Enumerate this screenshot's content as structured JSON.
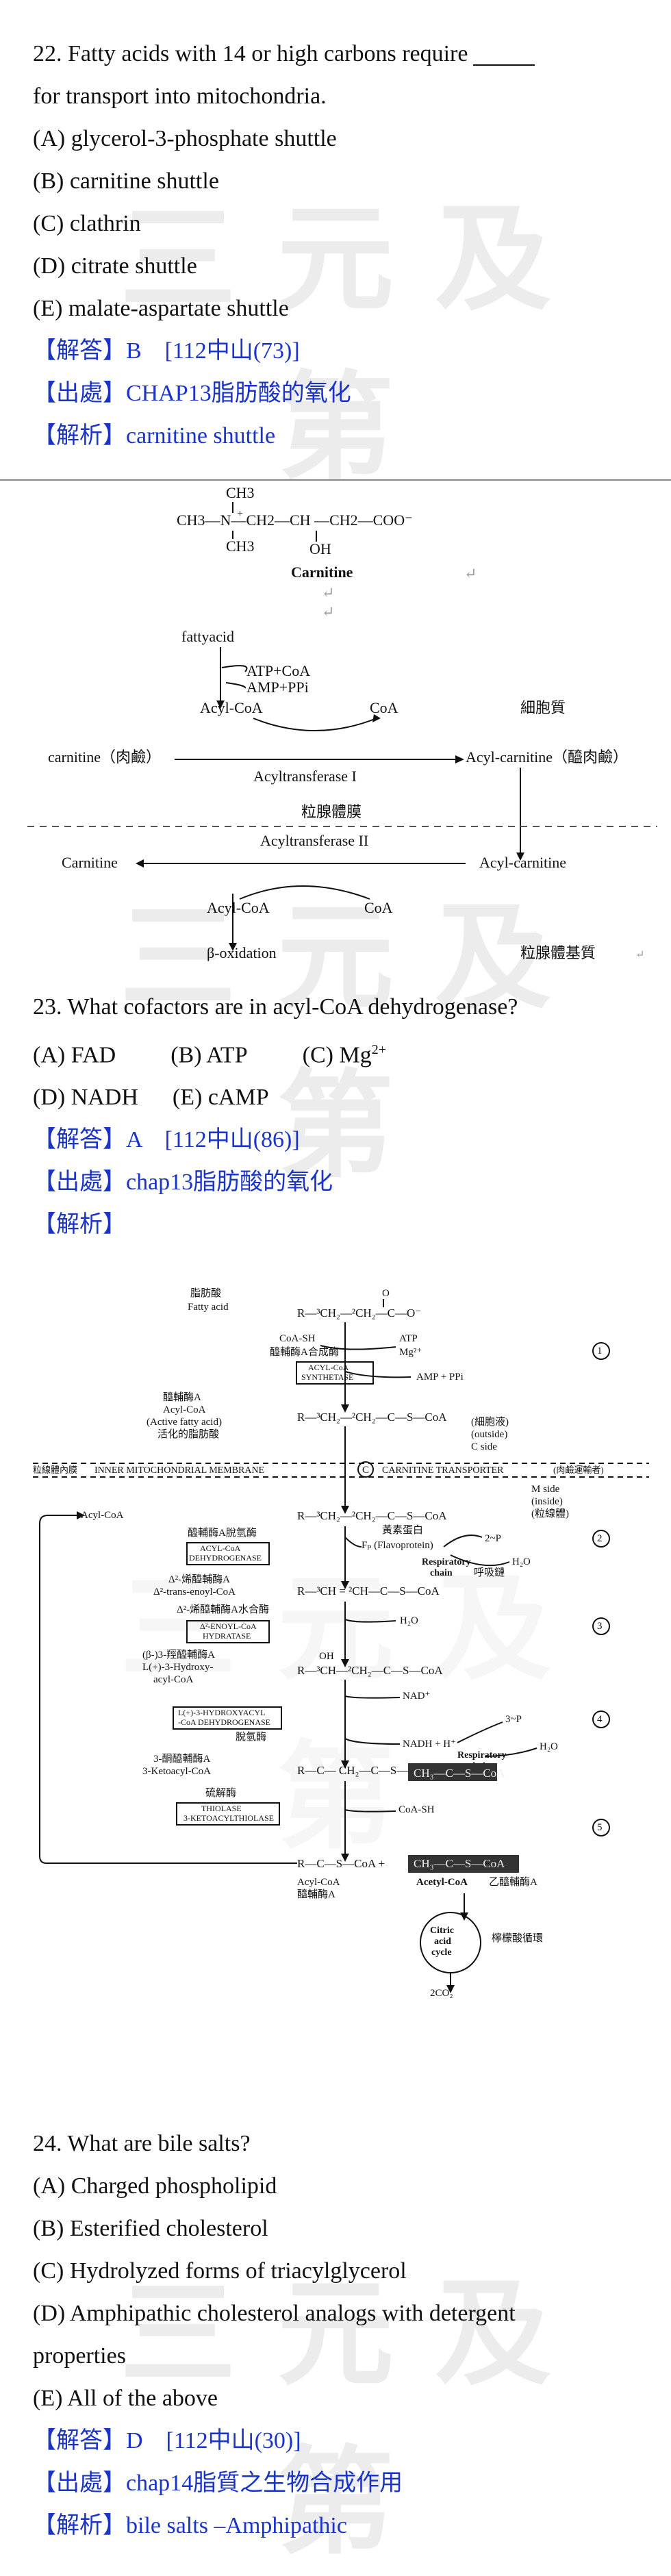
{
  "watermark": "三元及第",
  "q22": {
    "stem_a": "22. Fatty acids with 14 or high carbons require",
    "stem_b": "for transport into mitochondria.",
    "options": [
      "(A) glycerol-3-phosphate shuttle",
      "(B) carnitine shuttle",
      "(C) clathrin",
      "(D) citrate shuttle",
      "(E) malate-aspartate shuttle"
    ],
    "answer": "【解答】B　[112中山(73)]",
    "source": "【出處】CHAP13脂肪酸的氧化",
    "analysis": "【解析】carnitine shuttle"
  },
  "fig1": {
    "ch3_top": "CH3",
    "formula_main": "CH3—N—CH2—CH —CH2—COO⁻",
    "n_plus": "+",
    "ch3_bottom": "CH3",
    "oh": "OH",
    "carnitine_name": "Carnitine",
    "fattyacid": "fattyacid",
    "atp": "ATP+CoA",
    "amp": "AMP+PPi",
    "acyl_coa_top": "Acyl-CoA",
    "coa_top": "CoA",
    "cytoplasm": "細胞質",
    "carnitine_left": "carnitine（肉鹼）",
    "transferase1": "Acyltransferase I",
    "acyl_carnitine_top": "Acyl-carnitine（醯肉鹼）",
    "membrane": "粒腺體膜",
    "transferase2": "Acyltransferase II",
    "carnitine_bottom": "Carnitine",
    "acyl_carnitine_bottom": "Acyl-carnitine",
    "acyl_coa_bottom": "Acyl-CoA",
    "coa_bottom": "CoA",
    "beta_ox": "β-oxidation",
    "matrix": "粒腺體基質",
    "ret": "↵",
    "arrow_small": "↵"
  },
  "q23": {
    "stem": "23. What cofactors are in acyl-CoA dehydrogenase?",
    "opt_a": "(A) FAD",
    "opt_b": "(B) ATP",
    "opt_c": "(C) Mg",
    "opt_c_sup": "2+",
    "opt_d": "(D) NADH",
    "opt_e": "(E) cAMP",
    "answer": "【解答】A　[112中山(86)]",
    "source": "【出處】chap13脂肪酸的氧化",
    "analysis": "【解析】"
  },
  "fig2": {
    "fa_cn": "脂肪酸",
    "fa_en": "Fatty acid",
    "formula1": "R—³CH₂—²CH₂—C—O⁻",
    "o_top": "O",
    "coash": "CoA-SH",
    "atp": "ATP",
    "enz1_cn": "醯輔酶A合成酶",
    "mg": "Mg²⁺",
    "box1a": "ACYL-CoA",
    "box1b": "SYNTHETASE",
    "amp": "AMP + PPi",
    "circ1": "1",
    "acyl_cn": "醯輔酶A",
    "acyl_en": "Acyl-CoA",
    "acyl_en2": "(Active fatty acid)",
    "acyl_cn2": "活化的脂肪酸",
    "formula2": "R—³CH₂—²CH₂—C—S—CoA",
    "outside_cn": "(細胞液)",
    "outside_en": "(outside)",
    "cside": "C side",
    "membrane_cn": "粒線體內膜",
    "membrane_en": "INNER MITOCHONDRIAL MEMBRANE",
    "c_mark": "C",
    "transporter": "CARNITINE TRANSPORTER",
    "transporter_cn": "(肉鹼運輸者)",
    "mside": "M side",
    "inside": "(inside)",
    "matrix_cn": "(粒線體)",
    "acyl_left": "Acyl-CoA",
    "formula3": "R—³CH₂—²CH₂—C—S—CoA",
    "enz2_cn": "醯輔酶A脫氫酶",
    "flavo_cn": "黃素蛋白",
    "box2a": "ACYL-CoA",
    "box2b": "DEHYDROGENASE",
    "fp": "Fₚ (Flavoprotein)",
    "twop": "2~P",
    "circ2": "2",
    "resp": "Respiratory",
    "chain": "chain",
    "resp_cn": "呼吸鏈",
    "h2o1": "H₂O",
    "enoyl_cn": "Δ²-烯醯輔酶A",
    "enoyl_en": "Δ²-trans-enoyl-CoA",
    "formula4": "R—³CH = ²CH—C—S—CoA",
    "hyd_cn": "Δ²-烯醯輔酶A水合酶",
    "box3a": "Δ²-ENOYL-CoA",
    "box3b": "HYDRATASE",
    "h2o2": "H₂O",
    "circ3": "3",
    "hydroxy_cn": "(β-)3-羥醯輔酶A",
    "hydroxy_en1": "L(+)-3-Hydroxy-",
    "hydroxy_en2": "acyl-CoA",
    "oh": "OH",
    "formula5": "R—³CH—²CH₂—C—S—CoA",
    "nad": "NAD⁺",
    "box4a": "L(+)-3-HYDROXYACYL",
    "box4b": "-CoA DEHYDROGENASE",
    "dh_cn": "脫氫酶",
    "threep": "3~P",
    "circ4": "4",
    "nadh": "NADH + H⁺",
    "resp2": "Respiratory",
    "chain2": "chain",
    "h2o3": "H₂O",
    "keto_cn": "3-酮醯輔酶A",
    "keto_en": "3-Ketoacyl-CoA",
    "formula6": "R—C— CH₂—C—S—CoA",
    "thio_cn": "硫解酶",
    "box5a": "THIOLASE",
    "box5b": "3-KETOACYLTHIOLASE",
    "coash2": "CoA-SH",
    "circ5": "5",
    "formula7": "R—C—S—CoA +",
    "acetyl_formula": "CH₃—C—S—CoA",
    "acyl_bottom": "Acyl-CoA",
    "acyl_bottom_cn": "醯輔酶A",
    "acetyl_en": "Acetyl-CoA",
    "acetyl_cn": "乙醯輔酶A",
    "citric1": "Citric",
    "citric2": "acid",
    "citric3": "cycle",
    "citric_cn": "檸檬酸循環",
    "co2": "2CO₂"
  },
  "q24": {
    "stem": "24. What are bile salts?",
    "options": [
      "(A) Charged phospholipid",
      "(B) Esterified cholesterol",
      "(C) Hydrolyzed forms of triacylglycerol",
      "(D) Amphipathic cholesterol analogs with detergent",
      "properties",
      "(E) All of the above"
    ],
    "answer": "【解答】D　[112中山(30)]",
    "source": "【出處】chap14脂質之生物合成作用",
    "analysis": "【解析】bile salts –Amphipathic"
  }
}
